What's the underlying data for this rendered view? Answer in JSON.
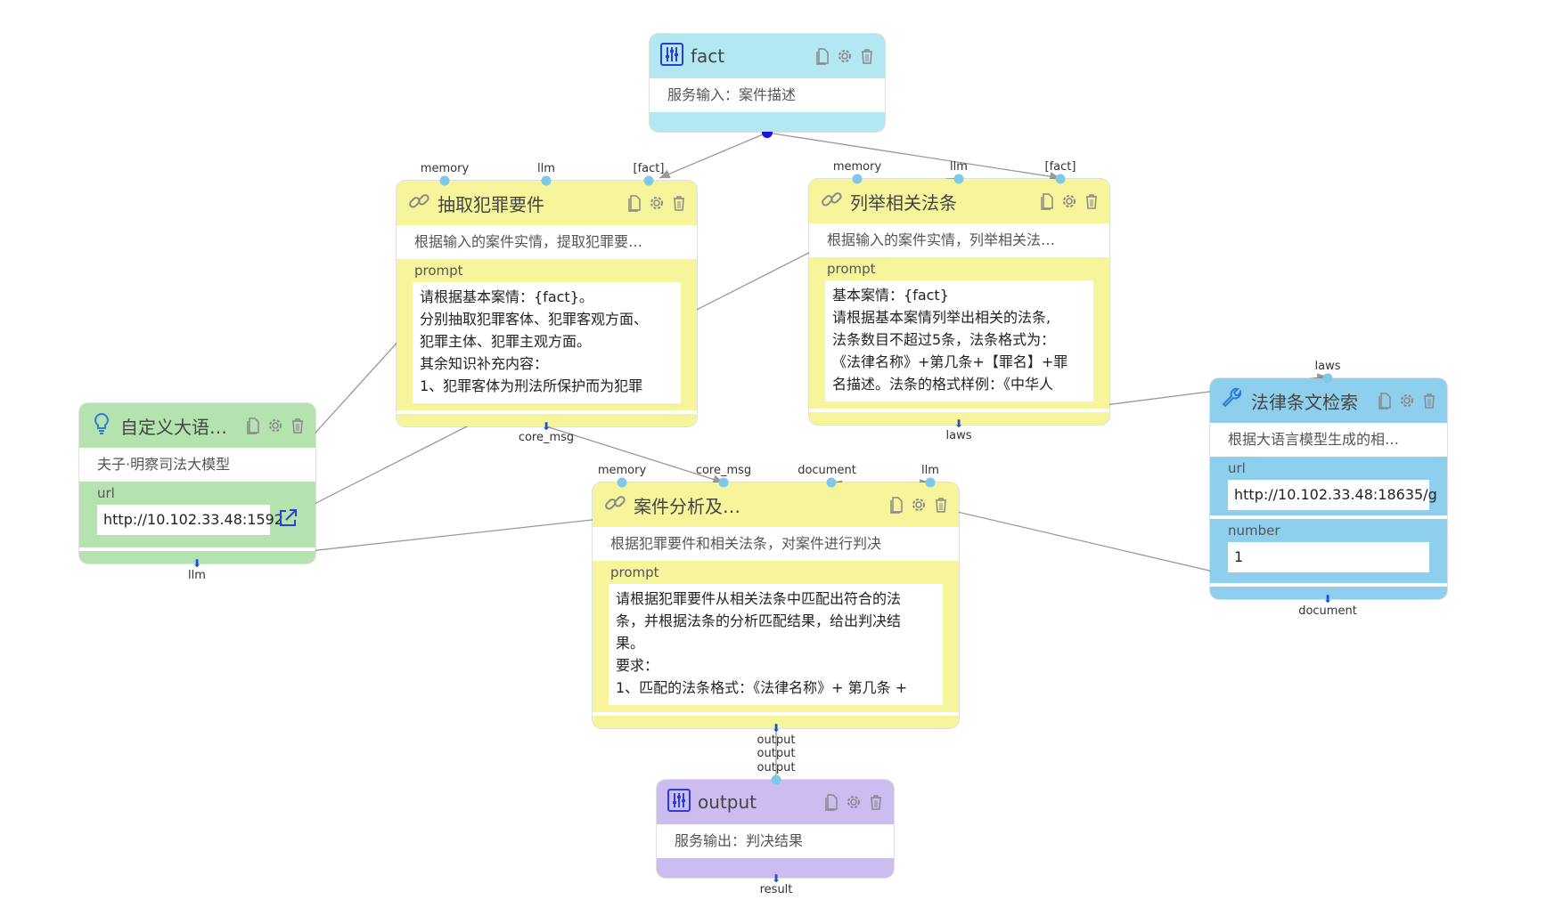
{
  "nodes": {
    "fact": {
      "title": "fact",
      "desc": "服务输入：案件描述"
    },
    "extract": {
      "title": "抽取犯罪要件",
      "desc": "根据输入的案件实情，提取犯罪要…",
      "prompt_label": "prompt",
      "prompt_lines": [
        "请根据基本案情：{fact}。",
        "分别抽取犯罪客体、犯罪客观方面、",
        "犯罪主体、犯罪主观方面。",
        "其余知识补充内容：",
        "1、犯罪客体为刑法所保护而为犯罪"
      ]
    },
    "laws_list": {
      "title": "列举相关法条",
      "desc": "根据输入的案件实情，列举相关法…",
      "prompt_label": "prompt",
      "prompt_lines": [
        "基本案情：{fact}",
        "请根据基本案情列举出相关的法条,",
        "法条数目不超过5条，法条格式为：",
        "《法律名称》+第几条+【罪名】+罪",
        "名描述。法条的格式样例：《中华人"
      ]
    },
    "llm": {
      "title": "自定义大语…",
      "desc": "夫子·明察司法大模型",
      "url_label": "url",
      "url_value": "http://10.102.33.48:1592"
    },
    "search": {
      "title": "法律条文检索",
      "desc": "根据大语言模型生成的相…",
      "url_label": "url",
      "url_value": "http://10.102.33.48:18635/g",
      "number_label": "number",
      "number_value": "1"
    },
    "analysis": {
      "title": "案件分析及…",
      "desc": "根据犯罪要件和相关法条，对案件进行判决",
      "prompt_label": "prompt",
      "prompt_lines": [
        "请根据犯罪要件从相关法条中匹配出符合的法",
        "条，并根据法条的分析匹配结果，给出判决结",
        "果。",
        "要求：",
        "1、匹配的法条格式：《法律名称》+ 第几条 +"
      ]
    },
    "output": {
      "title": "output",
      "desc": "服务输出：判决结果"
    }
  },
  "ports": {
    "extract_in": [
      "memory",
      "llm",
      "[fact]"
    ],
    "extract_out": "core_msg",
    "laws_in": [
      "memory",
      "llm",
      "[fact]"
    ],
    "laws_out": "laws",
    "llm_out": "llm",
    "search_in": "laws",
    "search_out": "document",
    "analysis_in": [
      "memory",
      "core_msg",
      "document",
      "llm"
    ],
    "analysis_out": [
      "output",
      "output",
      "output"
    ],
    "output_out": "result"
  },
  "icons": {
    "toolbar": [
      "copy-icon",
      "gear-icon",
      "trash-icon"
    ],
    "fact": "sliders-icon",
    "extract": "link-icon",
    "laws_list": "link-icon",
    "llm": "lightbulb-icon",
    "search": "wrench-icon",
    "analysis": "link-icon",
    "output": "sliders-icon",
    "open_link": "external-link-icon"
  },
  "colors": {
    "input_output_header": "#b3e8f3",
    "llm_node": "#f7f59c",
    "model_node": "#b5e3b0",
    "tool_node": "#8fcfee",
    "output_node": "#cdbcf0",
    "port": "#7ec8ea",
    "wire": "#999999",
    "source_dot": "#1414e6"
  }
}
